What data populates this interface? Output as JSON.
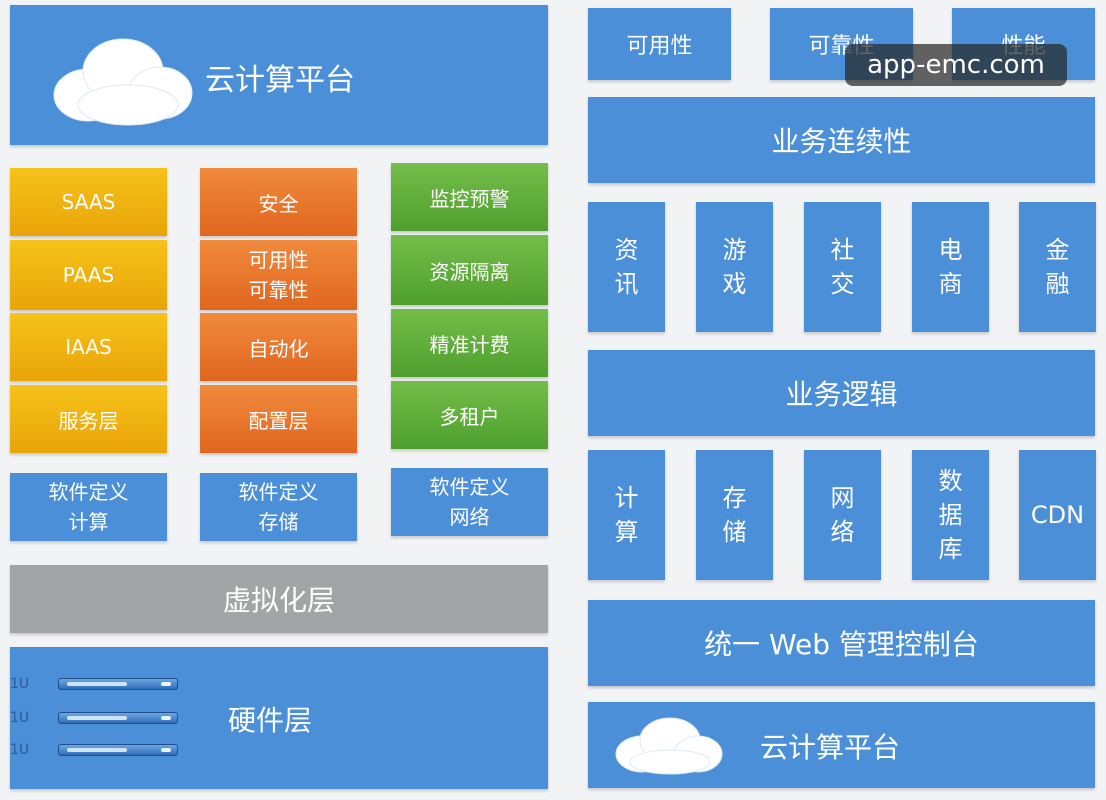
{
  "left": {
    "top_banner": "云计算平台",
    "columns": {
      "yellow": [
        "SAAS",
        "PAAS",
        "IAAS",
        "服务层"
      ],
      "orange": [
        "安全",
        "可用性\n可靠性",
        "自动化",
        "配置层"
      ],
      "green": [
        "监控预警",
        "资源隔离",
        "精准计费",
        "多租户"
      ]
    },
    "software_defined": [
      "软件定义\n计算",
      "软件定义\n存储",
      "软件定义\n网络"
    ],
    "virtualization": "虚拟化层",
    "hardware": {
      "title": "硬件层",
      "servers": [
        "1U",
        "1U",
        "1U"
      ]
    }
  },
  "right": {
    "top_row": [
      "可用性",
      "可靠性",
      "性能"
    ],
    "business_continuity": "业务连续性",
    "apps": [
      "资\n讯",
      "游\n戏",
      "社\n交",
      "电\n商",
      "金\n融"
    ],
    "business_logic": "业务逻辑",
    "infra": [
      "计\n算",
      "存\n储",
      "网\n络",
      "数\n据\n库",
      "CDN"
    ],
    "web_console": "统一 Web 管理控制台",
    "bottom_banner": "云计算平台"
  },
  "watermark": "app-emc.com",
  "colors": {
    "blue": "#4a8fd8",
    "yellow": "#f6c21a",
    "orange": "#e0661f",
    "green": "#5aa935",
    "gray": "#a3a4a6"
  },
  "icons": [
    "cloud-icon",
    "server-rack-icon"
  ]
}
